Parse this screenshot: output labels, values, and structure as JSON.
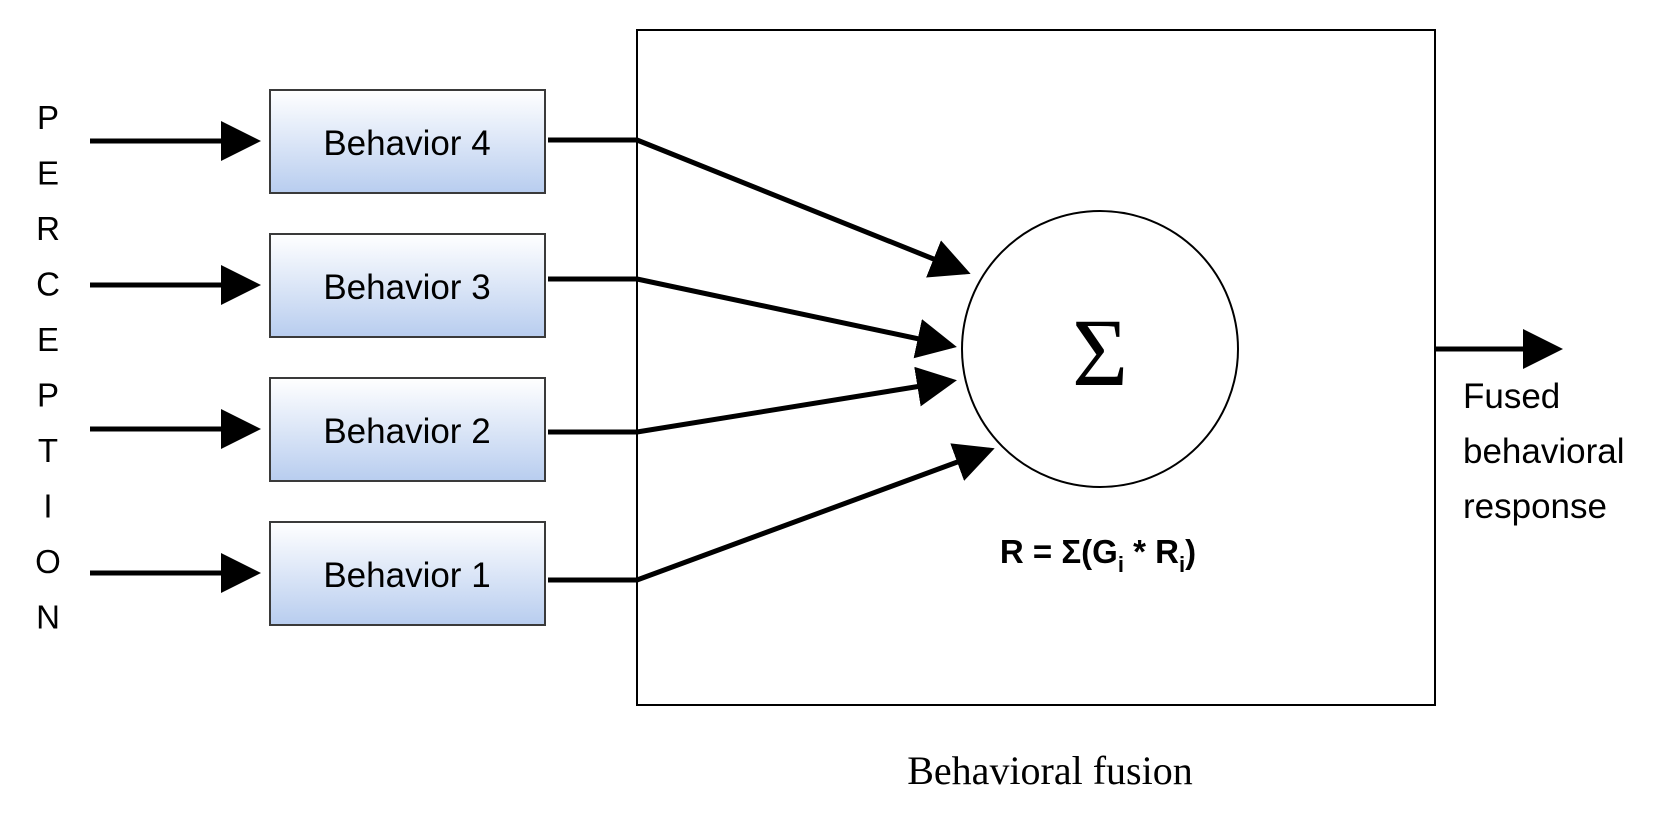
{
  "input_label": "PERCEPTION",
  "behaviors": [
    {
      "label": "Behavior 4"
    },
    {
      "label": "Behavior 3"
    },
    {
      "label": "Behavior 2"
    },
    {
      "label": "Behavior 1"
    }
  ],
  "fusion": {
    "symbol": "Σ",
    "formula": {
      "prefix": "R = Σ(G",
      "sub1": "i",
      "middle": " * R",
      "sub2": "i",
      "suffix": ")"
    },
    "caption": "Behavioral fusion"
  },
  "output": {
    "lines": [
      "Fused",
      "behavioral",
      "response"
    ]
  },
  "colors": {
    "box_fill_top": "#ffffff",
    "box_fill_bottom": "#b8cdef",
    "box_stroke": "#3a3a3a",
    "line": "#000000"
  }
}
